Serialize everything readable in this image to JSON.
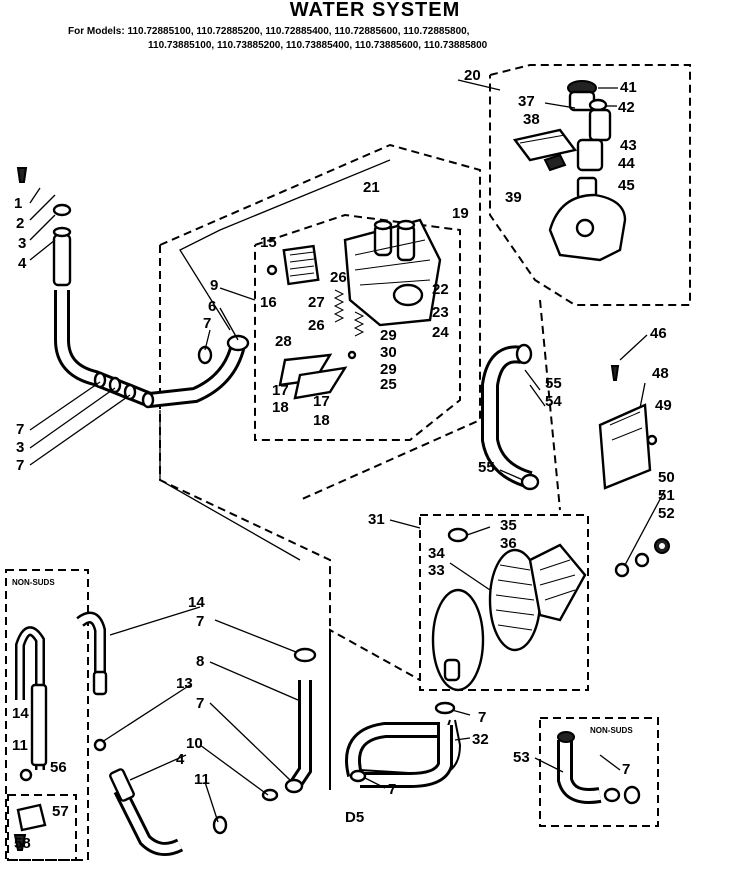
{
  "header": {
    "title": "WATER SYSTEM",
    "models_line1": "For Models: 110.72885100, 110.72885200, 110.72885400, 110.72885600, 110.72885800,",
    "models_line2": "110.73885100, 110.73885200, 110.73885400, 110.73885600, 110.73885800"
  },
  "box_labels": {
    "non_suds_left": "NON-SUDS",
    "non_suds_right": "NON-SUDS"
  },
  "footer_code": "D5",
  "callouts": [
    {
      "id": "c1",
      "text": "1"
    },
    {
      "id": "c2",
      "text": "2"
    },
    {
      "id": "c3a",
      "text": "3"
    },
    {
      "id": "c4a",
      "text": "4"
    },
    {
      "id": "c7a",
      "text": "7"
    },
    {
      "id": "c3b",
      "text": "3"
    },
    {
      "id": "c7b",
      "text": "7"
    },
    {
      "id": "c9",
      "text": "9"
    },
    {
      "id": "c6",
      "text": "6"
    },
    {
      "id": "c7c",
      "text": "7"
    },
    {
      "id": "c16",
      "text": "16"
    },
    {
      "id": "c15",
      "text": "15"
    },
    {
      "id": "c26a",
      "text": "26"
    },
    {
      "id": "c27",
      "text": "27"
    },
    {
      "id": "c26b",
      "text": "26"
    },
    {
      "id": "c28",
      "text": "28"
    },
    {
      "id": "c17a",
      "text": "17"
    },
    {
      "id": "c18a",
      "text": "18"
    },
    {
      "id": "c17b",
      "text": "17"
    },
    {
      "id": "c18b",
      "text": "18"
    },
    {
      "id": "c21",
      "text": "21"
    },
    {
      "id": "c19",
      "text": "19"
    },
    {
      "id": "c22",
      "text": "22"
    },
    {
      "id": "c23",
      "text": "23"
    },
    {
      "id": "c24",
      "text": "24"
    },
    {
      "id": "c29a",
      "text": "29"
    },
    {
      "id": "c30",
      "text": "30"
    },
    {
      "id": "c29b",
      "text": "29"
    },
    {
      "id": "c25",
      "text": "25"
    },
    {
      "id": "c20",
      "text": "20"
    },
    {
      "id": "c41",
      "text": "41"
    },
    {
      "id": "c37",
      "text": "37"
    },
    {
      "id": "c42",
      "text": "42"
    },
    {
      "id": "c38",
      "text": "38"
    },
    {
      "id": "c43",
      "text": "43"
    },
    {
      "id": "c44",
      "text": "44"
    },
    {
      "id": "c39",
      "text": "39"
    },
    {
      "id": "c45",
      "text": "45"
    },
    {
      "id": "c46",
      "text": "46"
    },
    {
      "id": "c48",
      "text": "48"
    },
    {
      "id": "c49",
      "text": "49"
    },
    {
      "id": "c55a",
      "text": "55"
    },
    {
      "id": "c54",
      "text": "54"
    },
    {
      "id": "c55b",
      "text": "55"
    },
    {
      "id": "c50",
      "text": "50"
    },
    {
      "id": "c51",
      "text": "51"
    },
    {
      "id": "c52",
      "text": "52"
    },
    {
      "id": "c31",
      "text": "31"
    },
    {
      "id": "c35",
      "text": "35"
    },
    {
      "id": "c34",
      "text": "34"
    },
    {
      "id": "c36",
      "text": "36"
    },
    {
      "id": "c33",
      "text": "33"
    },
    {
      "id": "c14a",
      "text": "14"
    },
    {
      "id": "c7d",
      "text": "7"
    },
    {
      "id": "c8",
      "text": "8"
    },
    {
      "id": "c13",
      "text": "13"
    },
    {
      "id": "c7e",
      "text": "7"
    },
    {
      "id": "c10",
      "text": "10"
    },
    {
      "id": "c4b",
      "text": "4"
    },
    {
      "id": "c11a",
      "text": "11"
    },
    {
      "id": "c14b",
      "text": "14"
    },
    {
      "id": "c11b",
      "text": "11"
    },
    {
      "id": "c56",
      "text": "56"
    },
    {
      "id": "c57",
      "text": "57"
    },
    {
      "id": "c58",
      "text": "58"
    },
    {
      "id": "c7f",
      "text": "7"
    },
    {
      "id": "c32",
      "text": "32"
    },
    {
      "id": "c7g",
      "text": "7"
    },
    {
      "id": "c53",
      "text": "53"
    },
    {
      "id": "c7h",
      "text": "7"
    }
  ]
}
